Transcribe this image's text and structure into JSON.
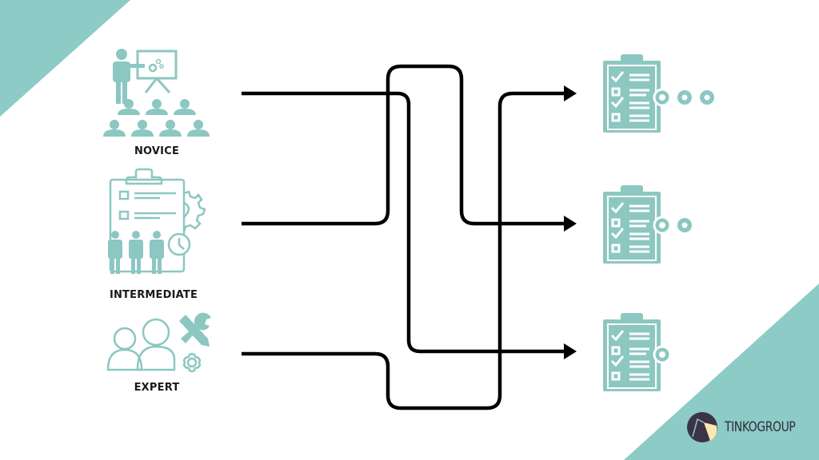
{
  "colors": {
    "accent_teal": "#8ccbc6",
    "icon_teal": "#8cc7c2",
    "line": "#000000",
    "label": "#1a1a1a",
    "logo_dark": "#3b3446",
    "logo_light": "#fbe8b0"
  },
  "levels": [
    {
      "label": "NOVICE",
      "icon": "presentation-audience-icon"
    },
    {
      "label": "INTERMEDIATE",
      "icon": "clipboard-team-clock-icon"
    },
    {
      "label": "EXPERT",
      "icon": "users-tools-gear-icon"
    }
  ],
  "outcomes": [
    {
      "icon": "checklist-three-gears-icon",
      "gears": 3
    },
    {
      "icon": "checklist-two-gears-icon",
      "gears": 2
    },
    {
      "icon": "checklist-one-gear-icon",
      "gears": 1
    }
  ],
  "connections": [
    {
      "from": "NOVICE",
      "to": "outcome-3"
    },
    {
      "from": "INTERMEDIATE",
      "to": "outcome-2"
    },
    {
      "from": "EXPERT",
      "to": "outcome-1"
    }
  ],
  "brand": {
    "name": "TINKOGROUP"
  }
}
